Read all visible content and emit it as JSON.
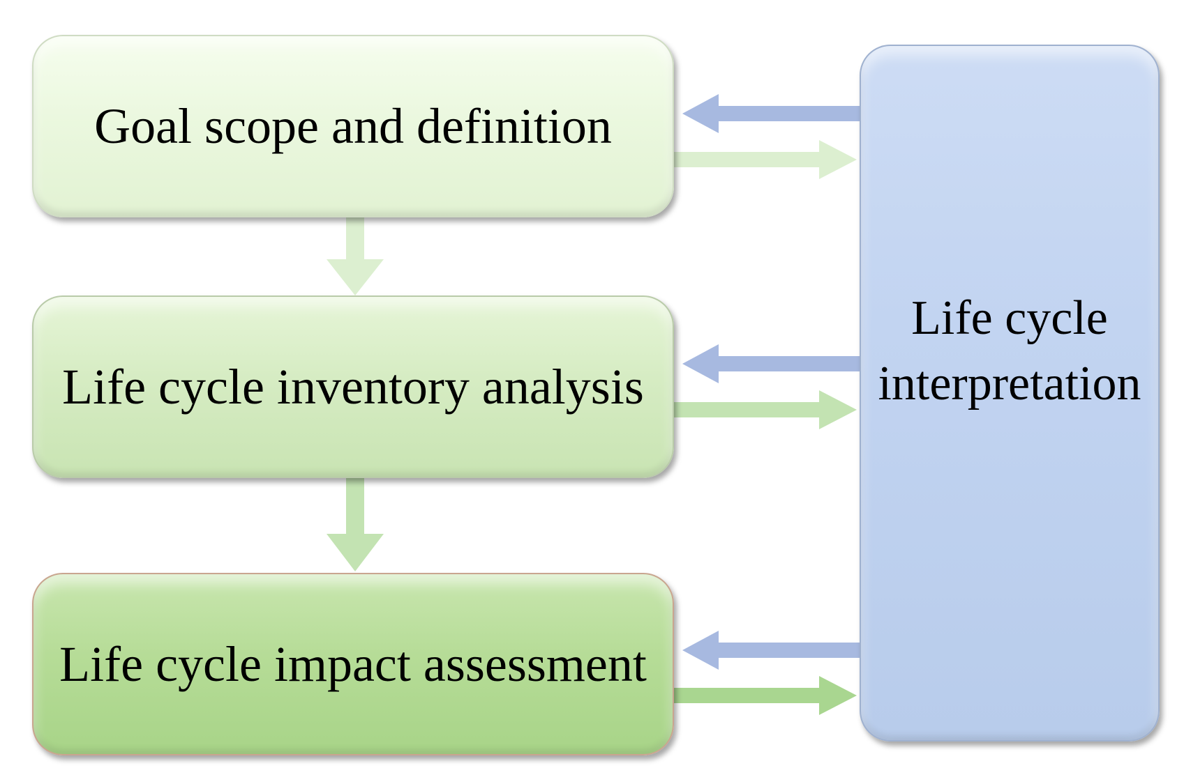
{
  "diagram": {
    "nodes": {
      "goal": {
        "label": "Goal scope and definition"
      },
      "inventory": {
        "label": "Life cycle inventory analysis"
      },
      "impact": {
        "label": "Life cycle impact assessment"
      },
      "interpretation": {
        "label_line1": "Life cycle",
        "label_line2": "interpretation"
      }
    },
    "edges": [
      {
        "from": "goal",
        "to": "inventory"
      },
      {
        "from": "inventory",
        "to": "impact"
      },
      {
        "from": "interpretation",
        "to": "goal"
      },
      {
        "from": "goal",
        "to": "interpretation"
      },
      {
        "from": "interpretation",
        "to": "inventory"
      },
      {
        "from": "inventory",
        "to": "interpretation"
      },
      {
        "from": "interpretation",
        "to": "impact"
      },
      {
        "from": "impact",
        "to": "interpretation"
      }
    ],
    "colors": {
      "goal_fill": "#ebf8df",
      "inventory_fill": "#d6ecc3",
      "impact_fill": "#b6dc97",
      "interpretation_fill": "#c2d4f1",
      "blue_arrow": "#a7b9e0",
      "light_green_arrow": "#dcefd0",
      "mid_green_arrow": "#c3e3b2",
      "dark_green_arrow": "#a9d690"
    }
  }
}
